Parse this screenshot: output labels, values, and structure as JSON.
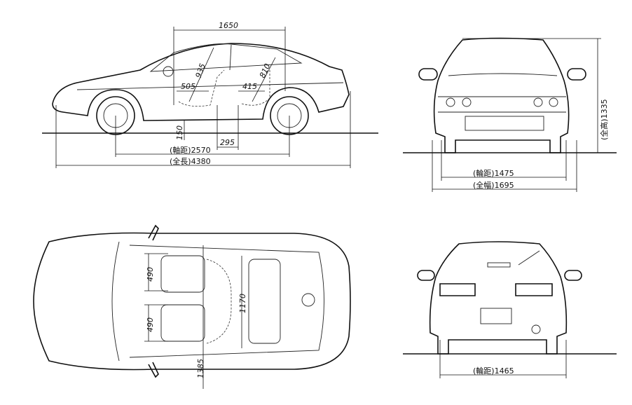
{
  "side_view": {
    "head_room_length": "1650",
    "front_head_height": "935",
    "rear_head_height": "810",
    "front_seat": "505",
    "rear_seat": "415",
    "ground_clearance": "150",
    "wheelbase": "(軸距)2570",
    "seat_gap": "295",
    "overall_length": "(全長)4380"
  },
  "front_view": {
    "tread": "(輪距)1475",
    "overall_width": "(全幅)1695",
    "overall_height": "(全高)1335"
  },
  "top_view": {
    "seat_width_left": "490",
    "seat_width_right": "490",
    "interior_width": "1170",
    "shoulder": "1385"
  },
  "rear_view": {
    "tread": "(輪距)1465"
  }
}
